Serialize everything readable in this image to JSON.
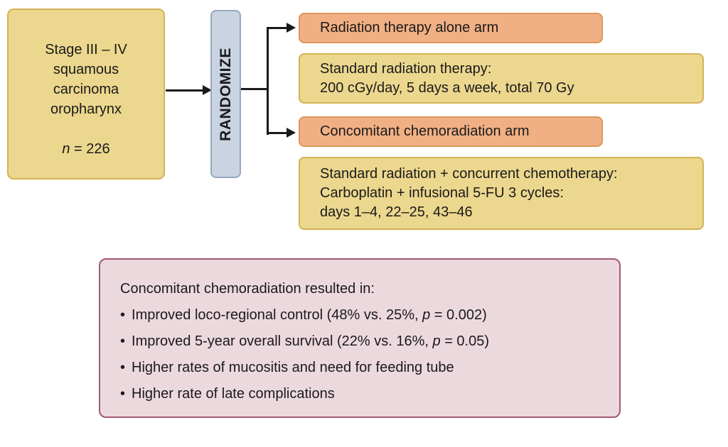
{
  "colors": {
    "yellow_fill": "#ecd78e",
    "yellow_border": "#d4b356",
    "orange_fill": "#f1b084",
    "orange_border": "#de9557",
    "blue_fill": "#c9d3e2",
    "blue_border": "#96a8c0",
    "pink_fill": "#ecd9de",
    "pink_border": "#a3596f",
    "line": "#1a1a1a"
  },
  "population": {
    "line1": "Stage III – IV",
    "line2": "squamous",
    "line3": "carcinoma",
    "line4": "oropharynx",
    "n_italic": "n",
    "n_rest": " = 226"
  },
  "randomize": {
    "label": "RANDOMIZE"
  },
  "arm1": {
    "label": "Radiation therapy alone arm",
    "detail_line1": "Standard radiation therapy:",
    "detail_line2": "200 cGy/day, 5 days a week, total 70 Gy"
  },
  "arm2": {
    "label": "Concomitant chemoradiation arm",
    "detail_line1": "Standard radiation + concurrent chemotherapy:",
    "detail_line2": "Carboplatin + infusional 5-FU 3 cycles:",
    "detail_line3": "days 1–4, 22–25, 43–46"
  },
  "results": {
    "title": "Concomitant chemoradiation resulted in:",
    "bullet_char": "•",
    "bullets": [
      {
        "pre": "Improved loco-regional control (48% vs. 25%, ",
        "italic": "p",
        "post": " = 0.002)"
      },
      {
        "pre": "Improved 5-year overall survival (22% vs. 16%, ",
        "italic": "p",
        "post": " = 0.05)"
      },
      {
        "pre": "Higher rates of mucositis and need for feeding tube",
        "italic": "",
        "post": ""
      },
      {
        "pre": "Higher rate of late complications",
        "italic": "",
        "post": ""
      }
    ]
  }
}
